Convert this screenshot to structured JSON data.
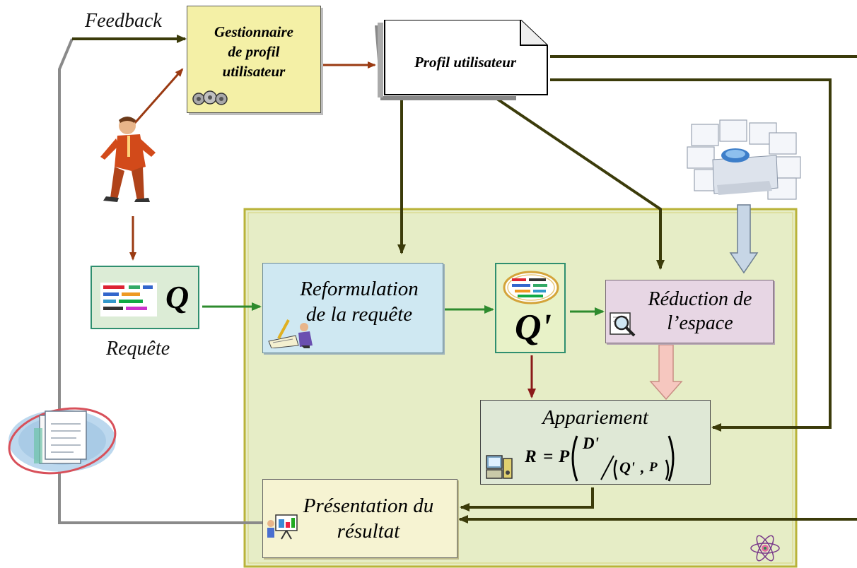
{
  "labels": {
    "feedback": "Feedback",
    "gestionnaire": [
      "Gestionnaire",
      "de profil",
      "utilisateur"
    ],
    "profil": "Profil utilisateur",
    "requete_symbol": "Q",
    "requete_caption": "Requête",
    "reformulation": [
      "Reformulation",
      "de la requête"
    ],
    "q_prime": "Q'",
    "reduction": [
      "Réduction de",
      "l’espace"
    ],
    "appariement": "Appariement",
    "formula": {
      "lhs": "R",
      "eq": "=",
      "p": "P",
      "d": "D'",
      "q": "Q'",
      "comma": ",",
      "p2": "P"
    },
    "presentation": [
      "Présentation du",
      "résultat"
    ]
  },
  "colors": {
    "arrow_user": "#9a3a12",
    "arrow_flow": "#2e8b2e",
    "arrow_profile": "#3b3b0a",
    "arrow_match": "#8b1a1a",
    "feedback_line": "#8a8a8a",
    "panel_fill": "#e6edc6",
    "panel_border": "#b9b33a",
    "gest_fill": "#f4f0a6",
    "reform_fill": "#cfe8f2",
    "reduct_fill": "#e7d6e4",
    "appar_fill": "#dfe8d6",
    "present_fill": "#f6f3d2",
    "hollow_blue": "#c7d6e6",
    "hollow_pink": "#f6c7bf"
  },
  "icons": [
    "person-icon",
    "gears-icon",
    "documents-icon",
    "search-engine-logos-icon",
    "writing-icon",
    "magnifier-icon",
    "computer-icon",
    "presentation-icon",
    "results-globe-icon",
    "flower-logo-icon"
  ]
}
